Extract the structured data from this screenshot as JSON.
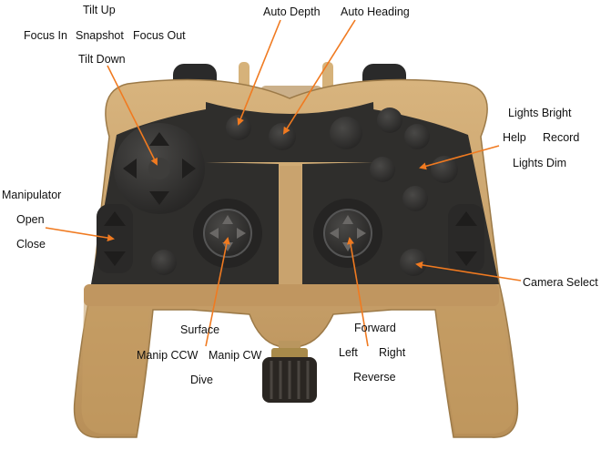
{
  "labels": {
    "tilt_up": "Tilt Up",
    "focus_in": "Focus In",
    "snapshot": "Snapshot",
    "focus_out": "Focus Out",
    "tilt_down": "Tilt Down",
    "auto_depth": "Auto Depth",
    "auto_heading": "Auto Heading",
    "lights_bright": "Lights Bright",
    "help": "Help",
    "record": "Record",
    "lights_dim": "Lights Dim",
    "manipulator": "Manipulator",
    "open": "Open",
    "close": "Close",
    "camera_select": "Camera Select",
    "surface": "Surface",
    "manip_ccw": "Manip CCW",
    "manip_cw": "Manip CW",
    "dive": "Dive",
    "forward": "Forward",
    "left": "Left",
    "right": "Right",
    "reverse": "Reverse"
  },
  "colors": {
    "arrow": "#f07a20",
    "body": "#c9a36e",
    "panel": "#2f2e2c",
    "button": "#3a3937"
  }
}
